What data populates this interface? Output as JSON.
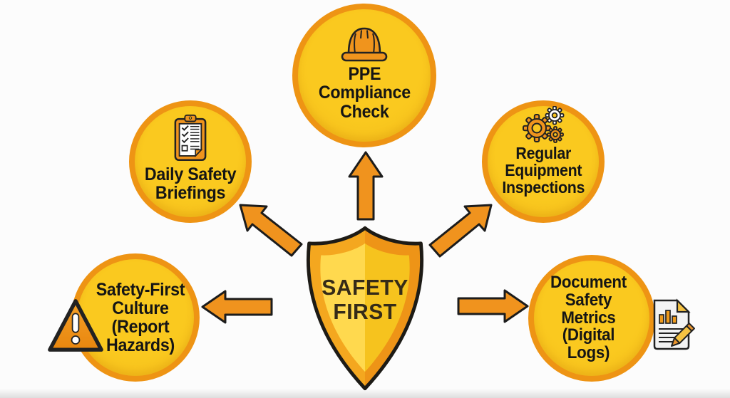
{
  "diagram": {
    "type": "hub-and-spoke safety infographic",
    "center": {
      "label": "SAFETY\nFIRST"
    },
    "nodes": [
      {
        "id": "ppe",
        "label": "PPE\nCompliance\nCheck",
        "icon": "hard-hat-icon",
        "position": "top"
      },
      {
        "id": "briefings",
        "label": "Daily Safety\nBriefings",
        "icon": "clipboard-checklist-icon",
        "position": "upper-left"
      },
      {
        "id": "inspections",
        "label": "Regular\nEquipment\nInspections",
        "icon": "gears-icon",
        "position": "upper-right"
      },
      {
        "id": "culture",
        "label": "Safety-First\nCulture\n(Report\nHazards)",
        "icon": "warning-triangle-icon",
        "position": "left"
      },
      {
        "id": "metrics",
        "label": "Document\nSafety\nMetrics\n(Digital\nLogs)",
        "icon": "document-pencil-icon",
        "position": "right"
      }
    ],
    "arrows": [
      "up",
      "upper-left",
      "upper-right",
      "left",
      "right"
    ],
    "colors": {
      "circle_fill": "#F8C51F",
      "circle_border": "#EE9414",
      "arrow_fill": "#F0931E",
      "outline": "#1C1C1C",
      "shield_outer": "#F2A01C",
      "shield_inner_left": "#FFD94E",
      "shield_inner_right": "#F6C31E",
      "text": "#151515",
      "background": "#FCFCFC"
    }
  }
}
